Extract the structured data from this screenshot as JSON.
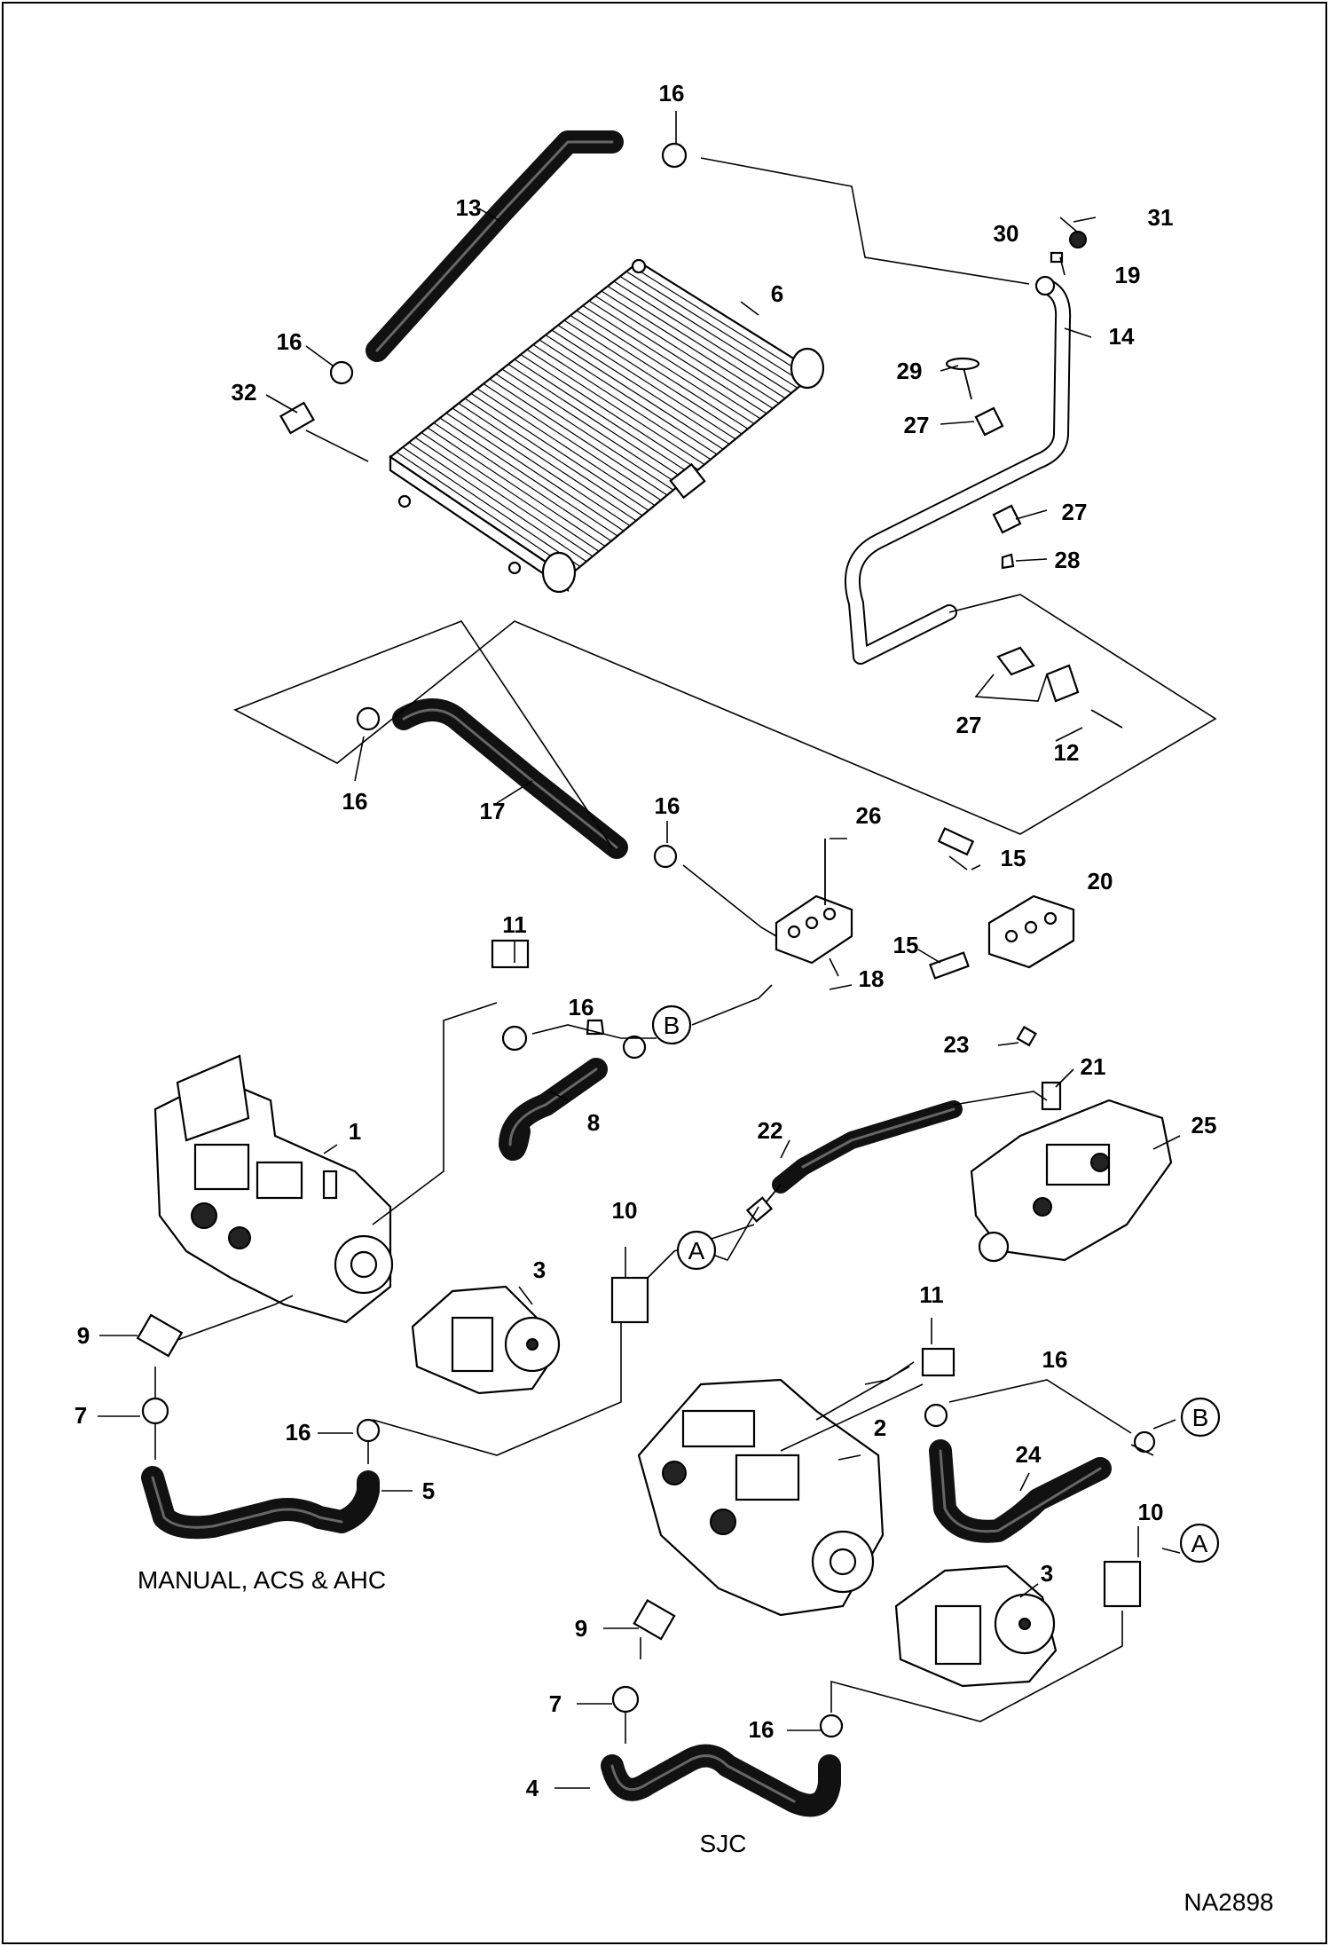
{
  "labels": {
    "n1": "1",
    "n2": "2",
    "n3a": "3",
    "n3b": "3",
    "n4": "4",
    "n5": "5",
    "n6": "6",
    "n7a": "7",
    "n7b": "7",
    "n8": "8",
    "n9a": "9",
    "n9b": "9",
    "n10a": "10",
    "n10b": "10",
    "n11a": "11",
    "n11b": "11",
    "n12": "12",
    "n13": "13",
    "n14": "14",
    "n15a": "15",
    "n15b": "15",
    "n16a": "16",
    "n16b": "16",
    "n16c": "16",
    "n16d": "16",
    "n16e": "16",
    "n16f": "16",
    "n16g": "16",
    "n16h": "16",
    "n17": "17",
    "n18": "18",
    "n19": "19",
    "n20": "20",
    "n21": "21",
    "n22": "22",
    "n23": "23",
    "n24": "24",
    "n25": "25",
    "n26": "26",
    "n27a": "27",
    "n27b": "27",
    "n27c": "27",
    "n28": "28",
    "n29": "29",
    "n30": "30",
    "n31": "31",
    "n32": "32"
  },
  "refs": {
    "a1": "A",
    "a2": "A",
    "b1": "B",
    "b2": "B"
  },
  "captions": {
    "manual": "MANUAL, ACS & AHC",
    "sjc": "SJC",
    "drawing_number": "NA2898"
  }
}
